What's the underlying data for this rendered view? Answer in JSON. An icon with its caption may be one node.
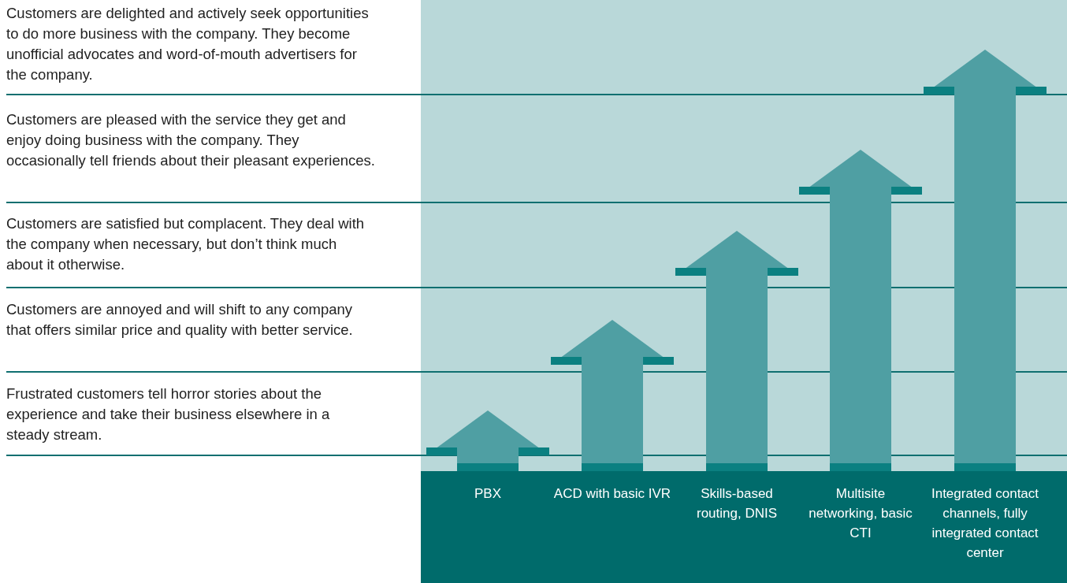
{
  "diagram": {
    "labels": [
      "Customers are delighted and actively seek opportunities to do more business with the company. They become unofficial advocates and word-of-mouth advertisers for the company.",
      "Customers are pleased with the service they get and enjoy doing business with the company. They occasionally tell friends about their pleasant experiences.",
      "Customers are satisfied but complacent. They deal with the company when necessary, but don’t think much about it otherwise.",
      "Customers are annoyed and will shift to any company that offers similar price and quality with better service.",
      "Frustrated customers tell horror stories about the experience and take their business elsewhere in a steady stream.",
      "PBX",
      "ACD with basic IVR",
      "Skills-based routing, DNIS",
      "Multisite networking, basic CTI",
      "Integrated contact channels, fully integrated contact center"
    ]
  }
}
